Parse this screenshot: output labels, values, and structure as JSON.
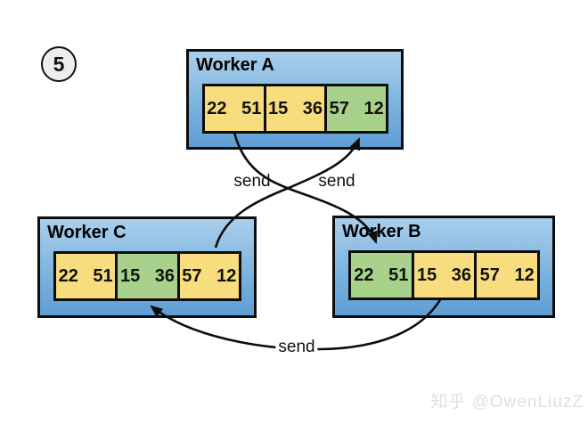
{
  "step_badge": "5",
  "workers": [
    {
      "title": "Worker A",
      "cells": [
        {
          "value": "22 51",
          "css": "cell yellow"
        },
        {
          "value": "15 36",
          "css": "cell yellow"
        },
        {
          "value": "57 12",
          "css": "cell green"
        }
      ]
    },
    {
      "title": "Worker B",
      "cells": [
        {
          "value": "22 51",
          "css": "cell green"
        },
        {
          "value": "15 36",
          "css": "cell yellow"
        },
        {
          "value": "57 12",
          "css": "cell yellow"
        }
      ]
    },
    {
      "title": "Worker C",
      "cells": [
        {
          "value": "22 51",
          "css": "cell yellow"
        },
        {
          "value": "15 36",
          "css": "cell green"
        },
        {
          "value": "57 12",
          "css": "cell yellow"
        }
      ]
    }
  ],
  "arrows": [
    {
      "label": "send",
      "from": "Worker A chunk 22 51",
      "to": "Worker B chunk 22 51"
    },
    {
      "label": "send",
      "from": "Worker C chunk 57 12",
      "to": "Worker A chunk 57 12"
    },
    {
      "label": "send",
      "from": "Worker B chunk 15 36",
      "to": "Worker C chunk 15 36"
    }
  ],
  "watermark": "知乎 @OwenLiuzZ",
  "colors": {
    "worker_gradient_top": "#AACFEC",
    "worker_gradient_bottom": "#5F9DD5",
    "cell_yellow": "#F7DD7D",
    "cell_green": "#A8D28B",
    "stroke": "#0D0D0D",
    "badge_fill": "#EDEDED",
    "watermark_text": "#E0E0E0"
  }
}
